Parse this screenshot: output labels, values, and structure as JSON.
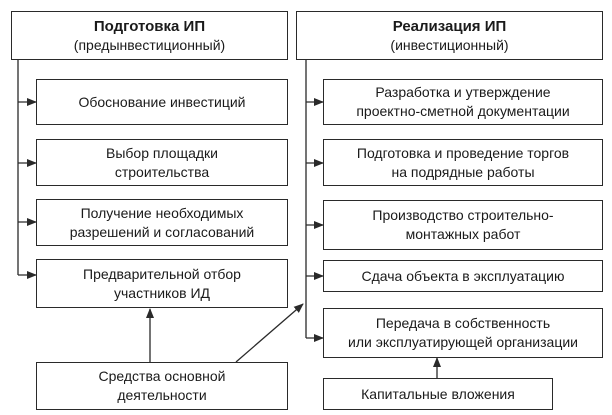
{
  "left_header": {
    "title": "Подготовка ИП",
    "subtitle": "(предынвестиционный)"
  },
  "right_header": {
    "title": "Реализация ИП",
    "subtitle": "(инвестиционный)"
  },
  "left_steps": [
    {
      "line1": "Обоснование инвестиций",
      "line2": ""
    },
    {
      "line1": "Выбор площадки",
      "line2": "строительства"
    },
    {
      "line1": "Получение необходимых",
      "line2": "разрешений и согласований"
    },
    {
      "line1": "Предварительной отбор",
      "line2": "участников ИД"
    }
  ],
  "right_steps": [
    {
      "line1": "Разработка и утверждение",
      "line2": "проектно-сметной документации"
    },
    {
      "line1": "Подготовка и проведение торгов",
      "line2": "на подрядные работы"
    },
    {
      "line1": "Производство строительно-",
      "line2": "монтажных работ"
    },
    {
      "line1": "Сдача объекта в эксплуатацию",
      "line2": ""
    },
    {
      "line1": "Передача в собственность",
      "line2": "или эксплуатирующей организации"
    }
  ],
  "source_left": {
    "line1": "Средства основной",
    "line2": "деятельности"
  },
  "source_right": {
    "line1": "Капитальные вложения"
  }
}
